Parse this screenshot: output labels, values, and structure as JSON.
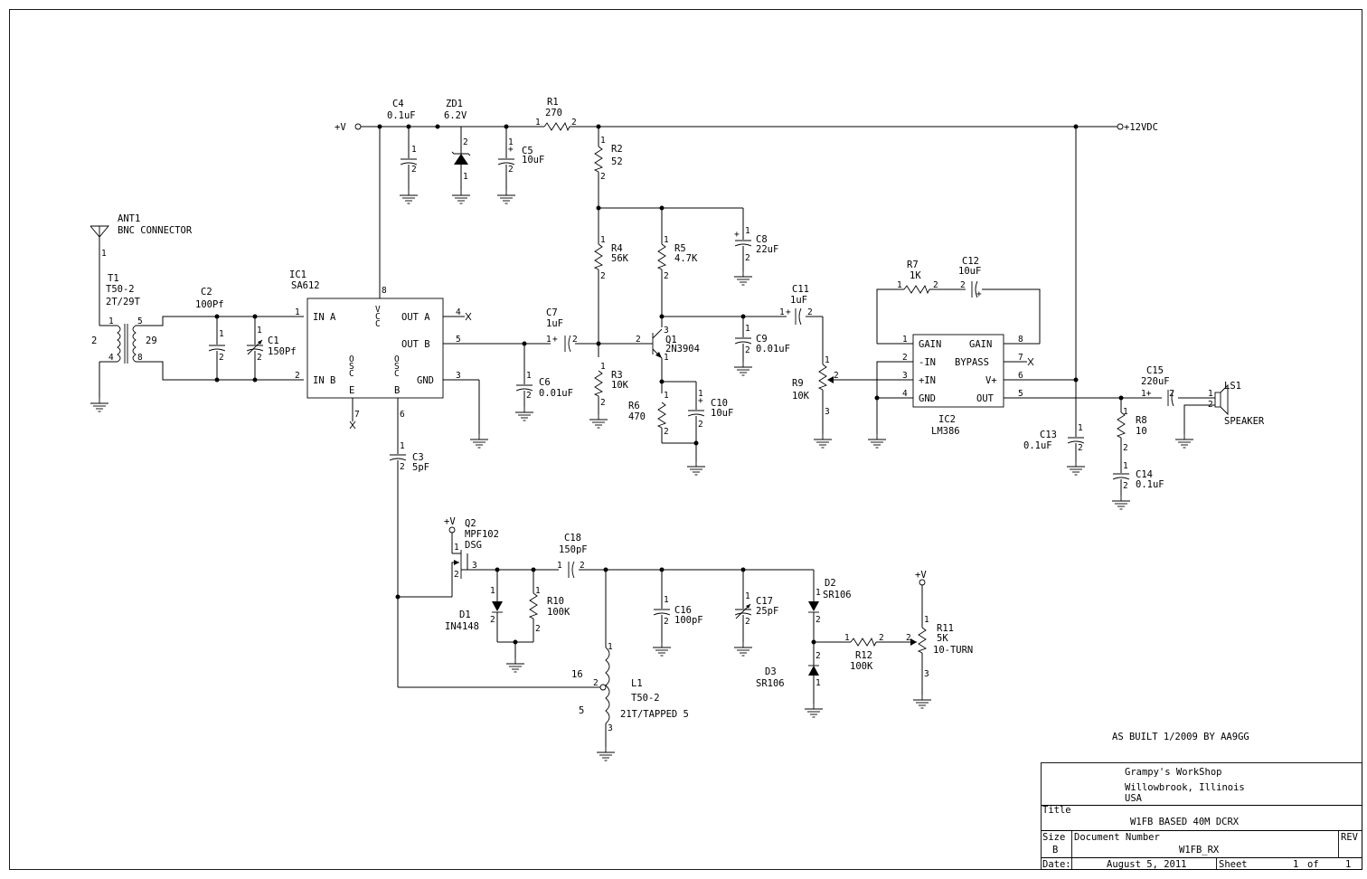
{
  "labels": {
    "vplus": "+V",
    "v12": "+12VDC",
    "c4_ref": "C4",
    "c4_val": "0.1uF",
    "zd1_ref": "ZD1",
    "zd1_val": "6.2V",
    "r1_ref": "R1",
    "r1_val": "270",
    "c5_ref": "C5",
    "c5_val": "10uF",
    "r2_ref": "R2",
    "r2_val": "52",
    "ant_ref": "ANT1",
    "ant_val": "BNC CONNECTOR",
    "t1_ref": "T1",
    "t1_val1": "T50-2",
    "t1_val2": "2T/29T",
    "t1_p2": "2",
    "t1_p29": "29",
    "c2_ref": "C2",
    "c2_val": "100Pf",
    "c1_ref": "C1",
    "c1_val": "150Pf",
    "ic1_ref": "IC1",
    "ic1_val": "SA612",
    "ic1_ina": "IN A",
    "ic1_inb": "IN B",
    "ic1_outa": "OUT A",
    "ic1_outb": "OUT B",
    "ic1_gnd": "GND",
    "ic1_e": "E",
    "ic1_b": "B",
    "r4_ref": "R4",
    "r4_val": "56K",
    "r5_ref": "R5",
    "r5_val": "4.7K",
    "c8_ref": "C8",
    "c8_val": "22uF",
    "c7_ref": "C7",
    "c7_val": "1uF",
    "q1_ref": "Q1",
    "q1_val": "2N3904",
    "c9_ref": "C9",
    "c9_val": "0.01uF",
    "c6_ref": "C6",
    "c6_val": "0.01uF",
    "r3_ref": "R3",
    "r3_val": "10K",
    "r6_ref": "R6",
    "r6_val": "470",
    "c10_ref": "C10",
    "c10_val": "10uF",
    "c11_ref": "C11",
    "c11_val": "1uF",
    "r9_ref": "R9",
    "r9_val": "10K",
    "r7_ref": "R7",
    "r7_val": "1K",
    "c12_ref": "C12",
    "c12_val": "10uF",
    "ic2_ref": "IC2",
    "ic2_val": "LM386",
    "ic2_gain": "GAIN",
    "ic2_nin": "-IN",
    "ic2_pin": "+IN",
    "ic2_gnd": "GND",
    "ic2_bypass": "BYPASS",
    "ic2_vplus": "V+",
    "ic2_out": "OUT",
    "c13_ref": "C13",
    "c13_val": "0.1uF",
    "c15_ref": "C15",
    "c15_val": "220uF",
    "ls1_ref": "LS1",
    "ls1_val": "SPEAKER",
    "r8_ref": "R8",
    "r8_val": "10",
    "c14_ref": "C14",
    "c14_val": "0.1uF",
    "c3_ref": "C3",
    "c3_val": "5pF",
    "q2_ref": "Q2",
    "q2_val1": "MPF102",
    "q2_val2": "DSG",
    "c18_ref": "C18",
    "c18_val": "150pF",
    "d1_ref": "D1",
    "d1_val": "IN4148",
    "r10_ref": "R10",
    "r10_val": "100K",
    "c16_ref": "C16",
    "c16_val": "100pF",
    "c17_ref": "C17",
    "c17_val": "25pF",
    "d2_ref": "D2",
    "d2_val": "SR106",
    "d3_ref": "D3",
    "d3_val": "SR106",
    "r12_ref": "R12",
    "r12_val": "100K",
    "r11_ref": "R11",
    "r11_val1": "5K",
    "r11_val2": "10-TURN",
    "l1_ref": "L1",
    "l1_val1": "T50-2",
    "l1_val2": "21T/TAPPED 5",
    "l1_tap16": "16",
    "l1_tap5": "5",
    "note": "AS BUILT 1/2009 BY AA9GG"
  },
  "title_block": {
    "company": "Grampy's WorkShop",
    "address1": "Willowbrook, Illinois",
    "address2": "USA",
    "title_label": "Title",
    "title": "W1FB BASED 40M DCRX",
    "size_label": "Size",
    "size": "B",
    "docnum_label": "Document Number",
    "docnum": "W1FB_RX",
    "rev_label": "REV",
    "rev": "",
    "date_label": "Date:",
    "date": "August  5, 2011",
    "sheet_label": "Sheet",
    "sheet": "1",
    "of_label": "of",
    "sheets": "1"
  }
}
